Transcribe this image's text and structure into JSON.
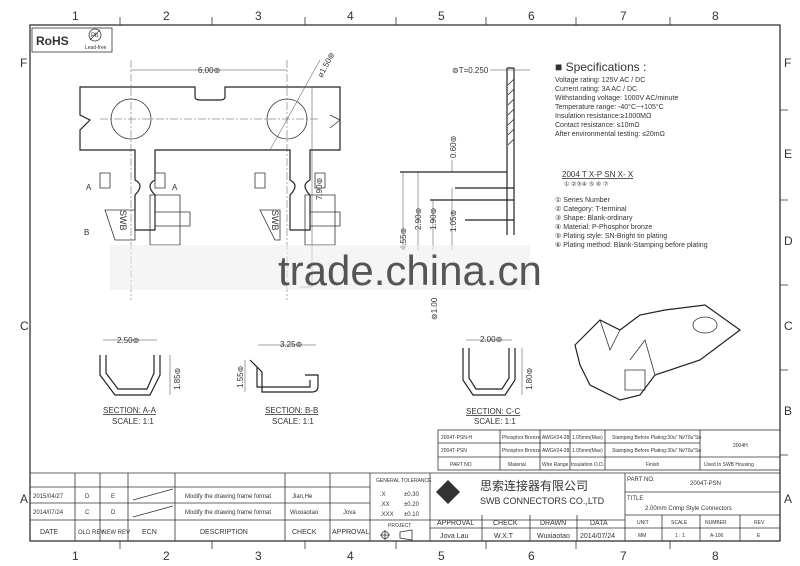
{
  "logo": {
    "rohs": "RoHS",
    "pb_mark": "Pb",
    "lead_free": "Lead-free"
  },
  "grid": {
    "columns": [
      "1",
      "2",
      "3",
      "4",
      "5",
      "6",
      "7",
      "8"
    ],
    "rows_left": [
      "F",
      "C",
      "A"
    ],
    "rows_right": [
      "F",
      "E",
      "D",
      "C",
      "B",
      "A"
    ]
  },
  "dimensions": {
    "pitch": "6.00⊚",
    "hole_dia": "⌀1.50⊚",
    "height": "7.90⊚",
    "thickness": "⊚T=0.250",
    "d060": "0.60⊚",
    "d455": "4.55⊚",
    "d290": "2.90⊚",
    "d190": "1.90⊚",
    "d105": "1.05⊚",
    "d100": "⊚1.00",
    "mark_a": "A",
    "mark_b": "B",
    "swb": "SWB"
  },
  "sections": [
    {
      "title": "SECTION: A-A",
      "scale": "SCALE: 1:1",
      "width": "2.50⊚",
      "height": "1.85⊚"
    },
    {
      "title": "SECTION: B-B",
      "scale": "SCALE: 1:1",
      "width": "3.25⊚",
      "height": "1.55⊚"
    },
    {
      "title": "SECTION: C-C",
      "scale": "SCALE: 1:1",
      "width": "2.00⊚",
      "height": "1.80⊚"
    }
  ],
  "specs": {
    "title": "■ Specifications :",
    "items": [
      "Voltage rating: 125V AC / DC",
      "Current rating:  3A  AC / DC",
      "Withstanding voltage: 1000V AC/minute",
      "Temperature range: -40°C~+105°C",
      "Insulation resistance:≥1000MΩ",
      "Contact resistance: ≤10mΩ",
      "After environmental testing: ≤20mΩ"
    ],
    "code": "2004 T X-P SN X- X",
    "code_marks": "①  ②③④  ⑤  ⑥  ⑦",
    "legend": [
      "① Series Number",
      "② Category: T-terminal",
      "③ Shape:  Blank-ordinary",
      "④ Material:  P-Phosphor bronze",
      "⑤ Plating style:  SN-Bright tin plating",
      "⑥ Plating method:  Blank-Stamping before plating"
    ]
  },
  "watermark": "trade.china.cn",
  "parts_table": {
    "rows": [
      [
        "2004T-PSN-H",
        "Phosphor Bronze",
        "AWG#24-28",
        "1.05mm(Max)",
        "Stamping Before Plating:30u\" Ni/70u\"Sn"
      ],
      [
        "2004T-PSN",
        "Phosphor Bronze",
        "AWG#24-28",
        "1.05mm(Max)",
        "Stamping Before Plating:30u\" Ni/70u\"Sn"
      ]
    ],
    "used_in_value": "2004H",
    "header": [
      "PART NO",
      "Material",
      "Wire Range",
      "Insulation  O.D.",
      "Finish",
      "Used In SWB  Housing"
    ]
  },
  "revisions": {
    "rows": [
      {
        "date": "2015/04/27",
        "old": "D",
        "new": "E",
        "ecn": "",
        "description": "Modify the drawing frame format",
        "check": "Jian,He",
        "approval": ""
      },
      {
        "date": "2014/07/24",
        "old": "C",
        "new": "D",
        "ecn": "",
        "description": "Modify the drawing frame format",
        "check": "Wuxiaotao",
        "approval": "Jova"
      }
    ],
    "header": {
      "date": "DATE",
      "old": "OLD REV",
      "new": "NEW REV",
      "ecn": "ECN",
      "description": "DESCRIPTION",
      "check": "CHECK",
      "approval": "APPROVAL"
    }
  },
  "tolerance": {
    "title": "GENERAL TOLERANCE",
    "rows": [
      [
        ".X",
        "±0.30"
      ],
      [
        ".XX",
        "±0.20"
      ],
      [
        ".XXX",
        "±0.10"
      ]
    ],
    "project": "PROJECT"
  },
  "company": {
    "name_cn": "思索连接器有限公司",
    "name_en": "SWB CONNECTORS CO.,LTD"
  },
  "signoff": {
    "labels": [
      "APPROVAL",
      "CHECK",
      "DRAWN",
      "DATA"
    ],
    "values": [
      "Jova Lau",
      "W.X.T",
      "Wuxiaotao",
      "2014/07/24"
    ]
  },
  "part_info": {
    "part_no_label": "PART NO.",
    "part_no": "2004T-PSN",
    "title_label": "TITLE",
    "title": "2.00mm Crimp Style Connectors",
    "fields": [
      {
        "label": "UNIT",
        "value": "MM"
      },
      {
        "label": "SCALE",
        "value": "1 : 1"
      },
      {
        "label": "NUMBER",
        "value": "A-106"
      },
      {
        "label": "REV",
        "value": "E"
      }
    ]
  }
}
